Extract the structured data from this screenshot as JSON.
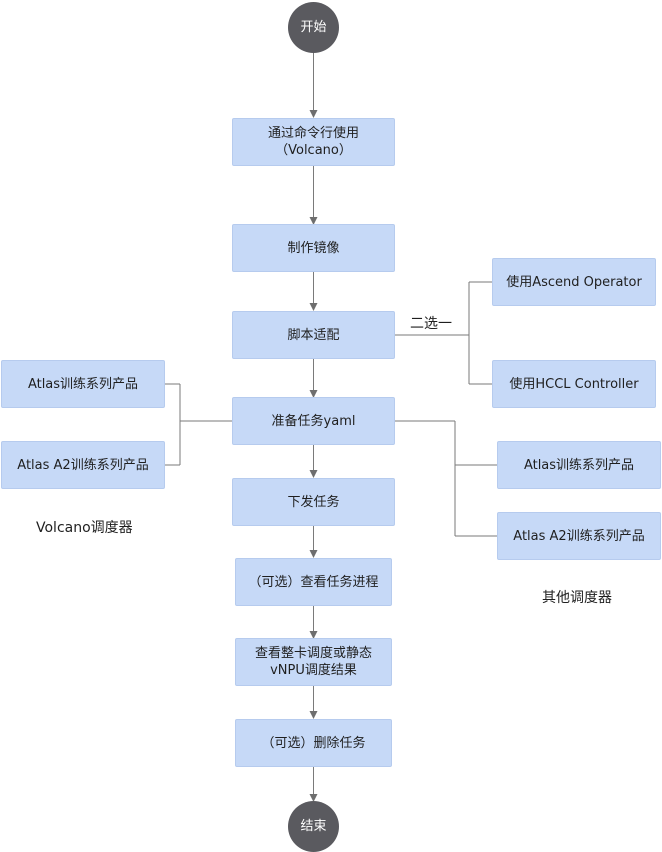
{
  "flow": {
    "start": "开始",
    "end": "结束",
    "steps": [
      "通过命令行使用\n（Volcano）",
      "制作镜像",
      "脚本适配",
      "准备任务yaml",
      "下发任务",
      "（可选）查看任务进程",
      "查看整卡调度或静态\nvNPU调度结果",
      "（可选）删除任务"
    ]
  },
  "choice": {
    "label": "二选一",
    "options": [
      "使用Ascend Operator",
      "使用HCCL Controller"
    ]
  },
  "volcano_scheduler": {
    "label": "Volcano调度器",
    "products": [
      "Atlas训练系列产品",
      "Atlas A2训练系列产品"
    ]
  },
  "other_scheduler": {
    "label": "其他调度器",
    "products": [
      "Atlas训练系列产品",
      "Atlas A2训练系列产品"
    ]
  },
  "colors": {
    "box_fill": "#c6d9f7",
    "circle_fill": "#5a5a5f",
    "line": "#7a7a7a"
  }
}
